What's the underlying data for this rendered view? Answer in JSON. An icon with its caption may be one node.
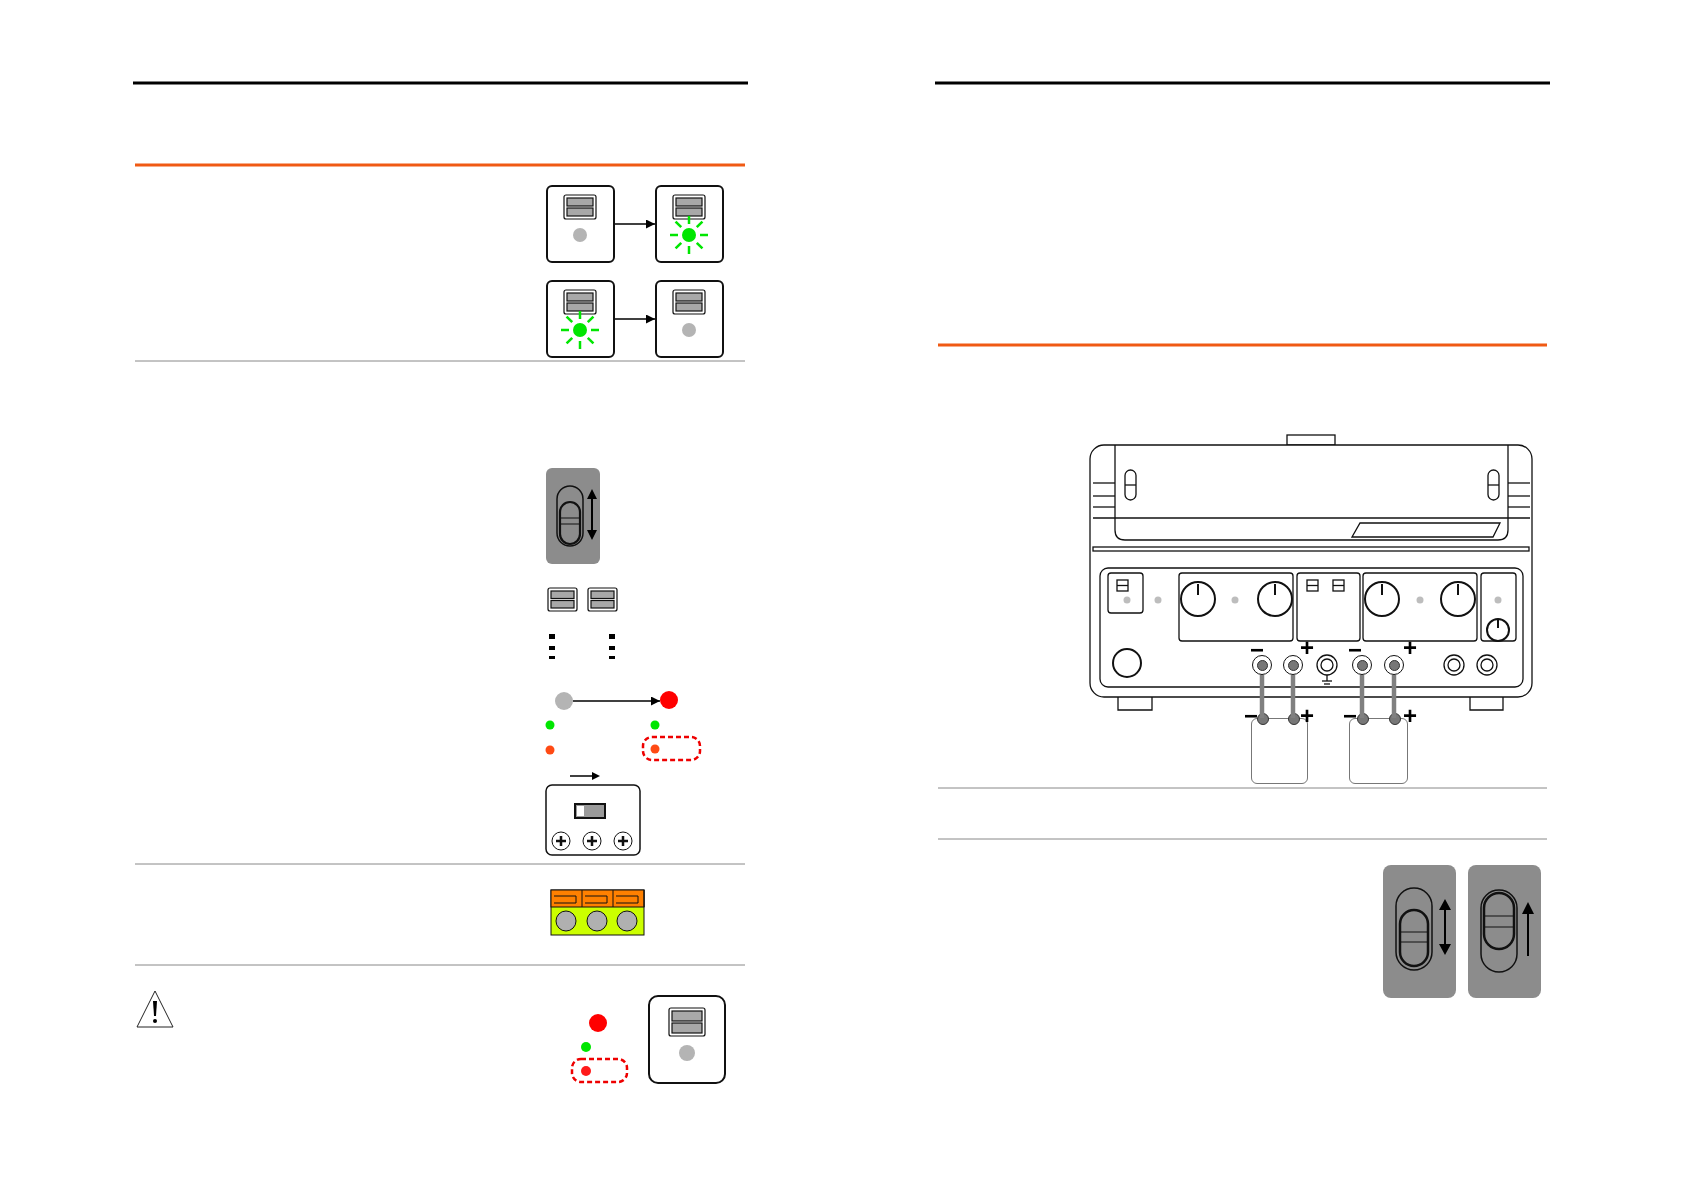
{
  "diagram": {
    "nodes": [
      {
        "text": [],
        "shape": "box"
      },
      {
        "text": [],
        "shape": "box"
      },
      {
        "text": [],
        "shape": "box"
      },
      {
        "text": [],
        "shape": "box"
      },
      {
        "text": [],
        "shape": "circle"
      },
      {
        "text": [],
        "shape": "circle"
      },
      {
        "text": [],
        "shape": "picture"
      },
      {
        "text": [],
        "shape": "circle",
        "in": 6
      },
      {
        "text": [],
        "shape": "circle",
        "in": 6
      },
      {
        "text": [],
        "shape": "circle",
        "in": 6
      },
      {
        "text": [],
        "shape": "circle",
        "in": 6
      },
      {
        "text": [],
        "shape": "box"
      },
      {
        "text": [],
        "shape": "box"
      }
    ],
    "edges": [
      {
        "from": 0,
        "to": 1,
        "arrow": "to",
        "color": "#000000"
      },
      {
        "from": 2,
        "to": 3,
        "arrow": "to",
        "color": "#000000"
      },
      {
        "from": 4,
        "to": 5,
        "arrow": "to",
        "color": "#000000"
      },
      {
        "from": 7,
        "to": 11,
        "arrow": "none"
      },
      {
        "from": 8,
        "to": 11,
        "arrow": "none"
      },
      {
        "from": 9,
        "to": 12,
        "arrow": "none"
      },
      {
        "from": 10,
        "to": 12,
        "arrow": "none"
      }
    ],
    "labels": [
      "−",
      "+",
      "−",
      "+",
      "−",
      "+",
      "−",
      "+"
    ]
  }
}
